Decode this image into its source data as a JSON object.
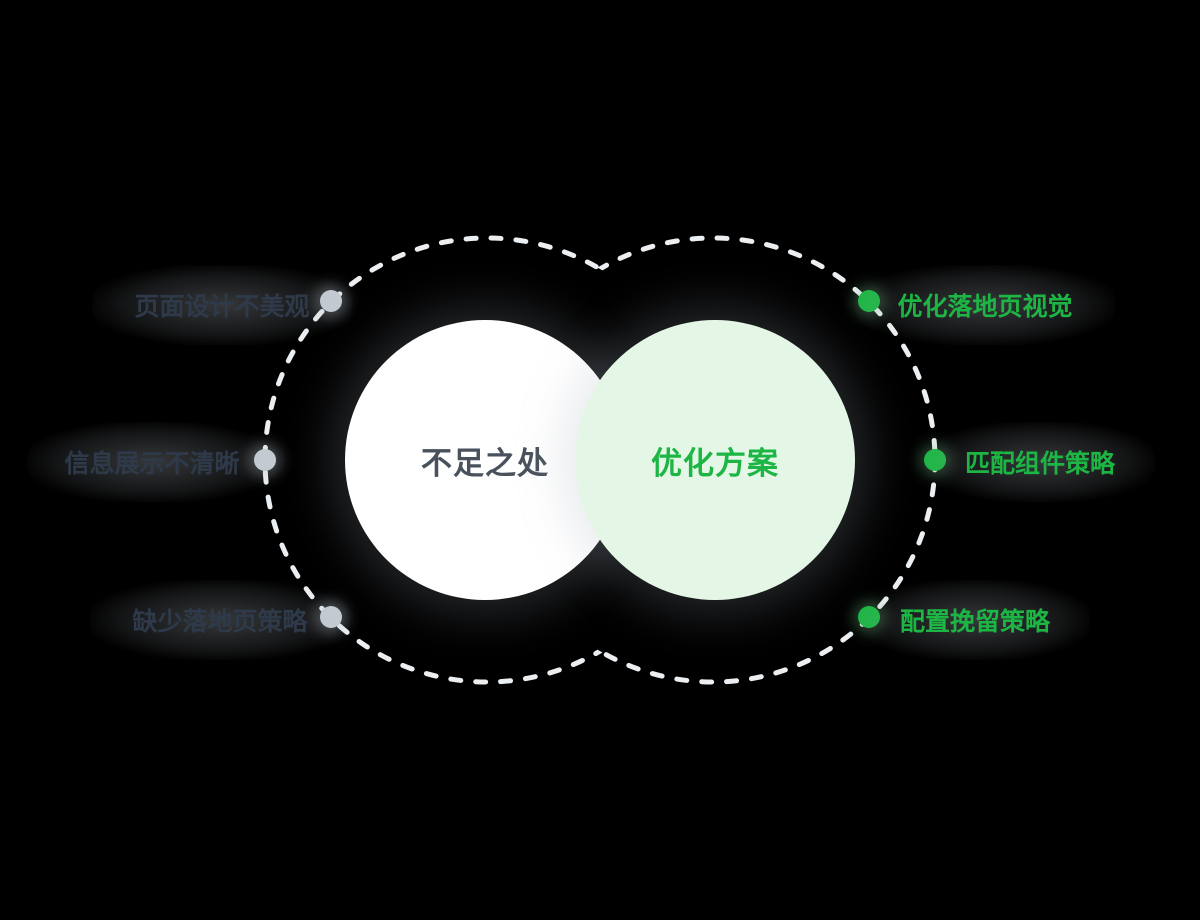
{
  "venn": {
    "left_circle": {
      "label": "不足之处",
      "fill": "#ffffff",
      "text_color": "#49525c"
    },
    "right_circle": {
      "label": "优化方案",
      "fill": "#e4f7e7",
      "text_color": "#1db544"
    },
    "left_items": [
      {
        "label": "页面设计不美观"
      },
      {
        "label": "信息展示不清晰"
      },
      {
        "label": "缺少落地页策略"
      }
    ],
    "right_items": [
      {
        "label": "优化落地页视觉"
      },
      {
        "label": "匹配组件策略"
      },
      {
        "label": "配置挽留策略"
      }
    ],
    "colors": {
      "background": "#000000",
      "dashed_outline": "#eceff2",
      "left_dot": "#c5cbd3",
      "right_dot": "#1db544",
      "left_item_text": "#2e3a49",
      "right_item_text": "#1db544"
    }
  }
}
